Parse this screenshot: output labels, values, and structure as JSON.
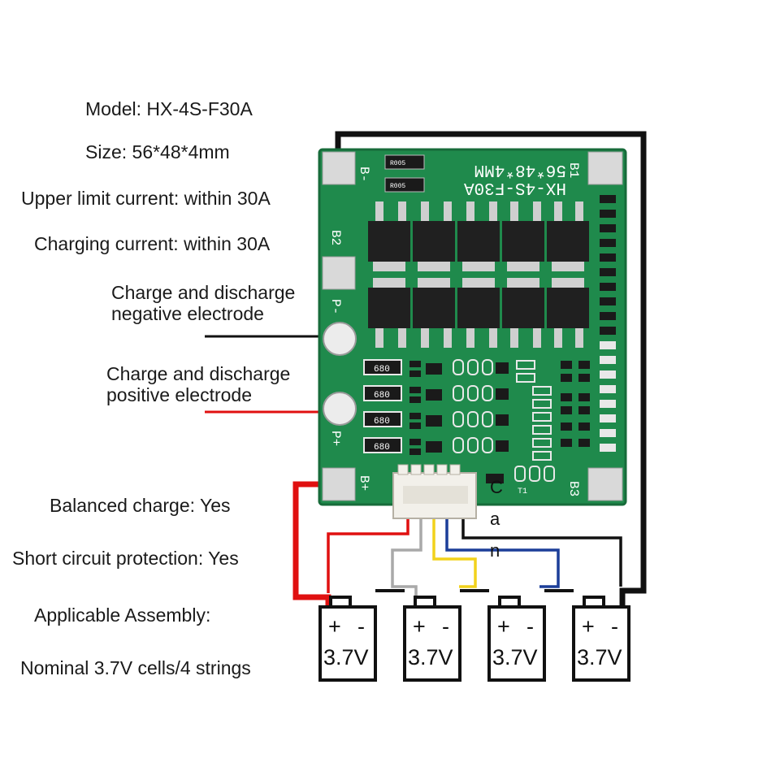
{
  "specs": {
    "model": "Model: HX-4S-F30A",
    "size": "Size: 56*48*4mm",
    "upper_limit": "Upper limit current: within 30A",
    "charging": "Charging current: within 30A",
    "neg_line1": "Charge and discharge",
    "neg_line2": "negative electrode",
    "pos_line1": "Charge and discharge",
    "pos_line2": "positive electrode",
    "balanced": "Balanced charge: Yes",
    "short_circuit": "Short circuit protection: Yes",
    "assembly": "Applicable Assembly:",
    "nominal": "Nominal 3.7V cells/4 strings"
  },
  "board": {
    "silkscreen_top": "56*48*4MM",
    "silkscreen_model": "HX-4S-F30A",
    "label_b_minus": "B-",
    "label_b1": "B1",
    "label_b2": "B2",
    "label_p_minus": "P-",
    "label_p_plus": "P+",
    "label_b_plus": "B+",
    "label_b3": "B3",
    "label_t1": "T1",
    "r005_a": "R005",
    "r005_b": "R005",
    "resistor_labels": [
      "680",
      "680",
      "680",
      "680"
    ],
    "connector_letters": [
      "C",
      "a",
      "n"
    ]
  },
  "cells": [
    {
      "plus": "+",
      "minus": "-",
      "voltage": "3.7V"
    },
    {
      "plus": "+",
      "minus": "-",
      "voltage": "3.7V"
    },
    {
      "plus": "+",
      "minus": "-",
      "voltage": "3.7V"
    },
    {
      "plus": "+",
      "minus": "-",
      "voltage": "3.7V"
    }
  ],
  "colors": {
    "pcb": "#1f8a4c",
    "pcb_dark": "#176b3a",
    "wire_red": "#e01010",
    "wire_black": "#111111",
    "wire_gray": "#a9a9a9",
    "wire_yellow": "#f2d21c",
    "wire_blue": "#1c3e99",
    "pad": "#d9d9d9"
  }
}
